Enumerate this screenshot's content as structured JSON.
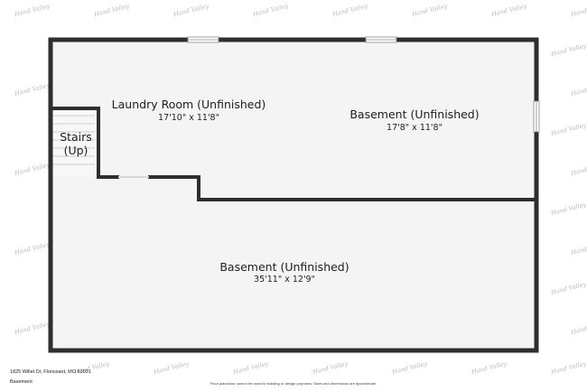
{
  "watermark": {
    "text": "Hand Valley"
  },
  "rooms": [
    {
      "id": "laundry",
      "name": "Laundry Room (Unfinished)",
      "dims": "17'10\" x 11'8\""
    },
    {
      "id": "basement_upper",
      "name": "Basement (Unfinished)",
      "dims": "17'8\" x 11'8\""
    },
    {
      "id": "stairs",
      "name_line1": "Stairs",
      "name_line2": "(Up)"
    },
    {
      "id": "basement_lower",
      "name": "Basement (Unfinished)",
      "dims": "35'11\" x 12'9\""
    }
  ],
  "footer": {
    "address": "1825 Willet Dr, Florissant, MO 63031",
    "level": "Basement",
    "disclaimer": "Floor plans/tour cannot be used for building or design purposes. Sizes and dimensions are approximate."
  },
  "colors": {
    "wall": "#2e2e2e",
    "floor": "#f4f4f4",
    "stair_fill": "#f7f7f7"
  }
}
